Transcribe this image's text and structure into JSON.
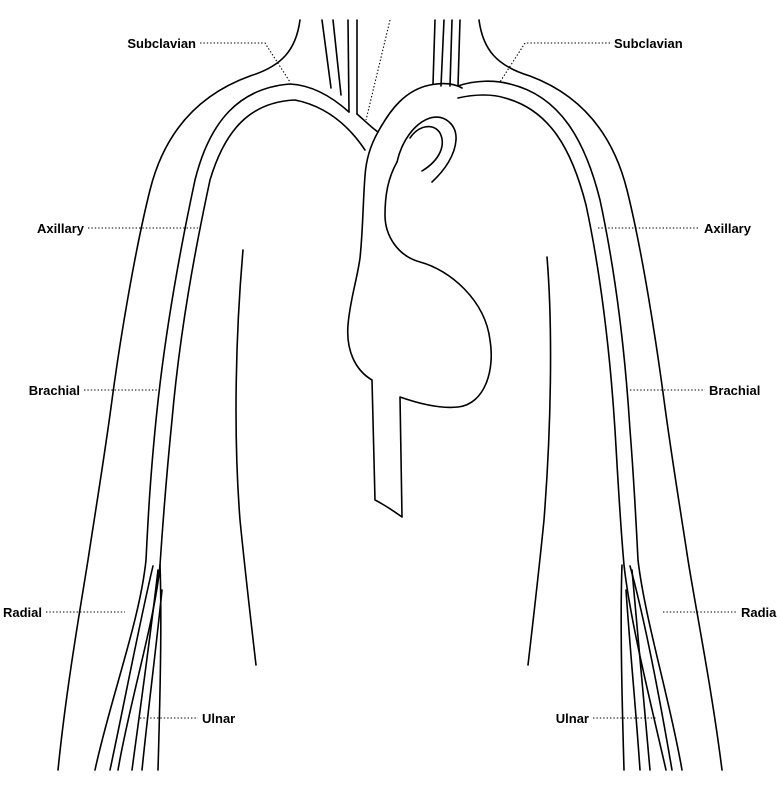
{
  "labels": {
    "subclavian_left": "Subclavian",
    "subclavian_right": "Subclavian",
    "axillary_left": "Axillary",
    "axillary_right": "Axillary",
    "brachial_left": "Brachial",
    "brachial_right": "Brachial",
    "radial_left": "Radial",
    "radial_right": "Radial",
    "ulnar_left": "Ulnar",
    "ulnar_right": "Ulnar"
  }
}
